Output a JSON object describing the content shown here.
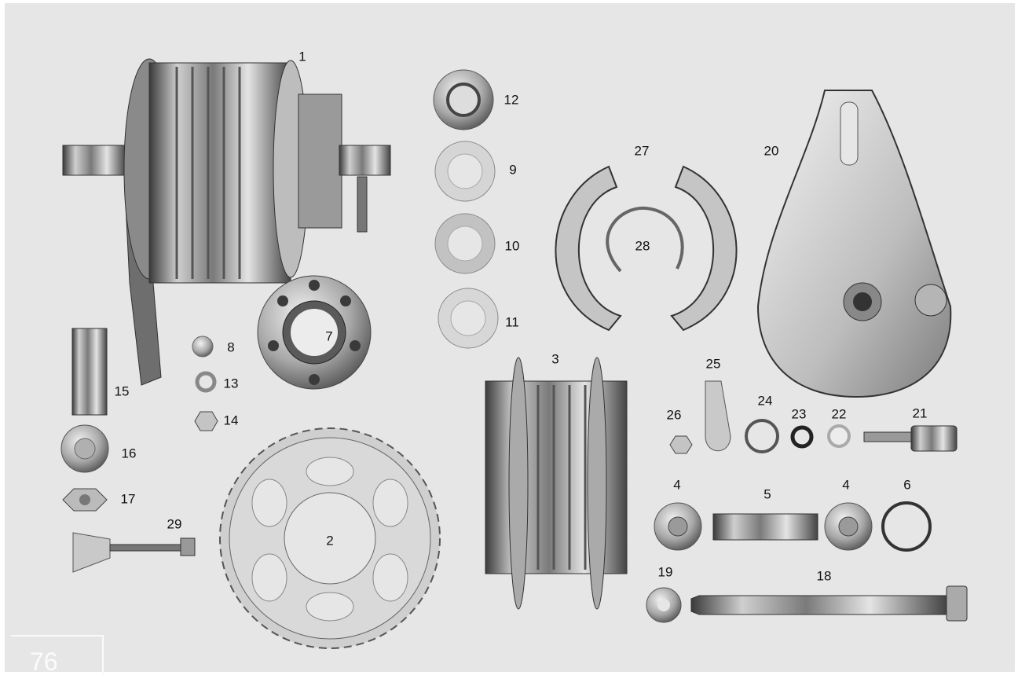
{
  "diagram": {
    "page_number": "76",
    "callouts": [
      {
        "id": "hub",
        "label": "1"
      },
      {
        "id": "sprocket",
        "label": "2"
      },
      {
        "id": "drum",
        "label": "3"
      },
      {
        "id": "bearing-4a",
        "label": "4"
      },
      {
        "id": "bearing-4b",
        "label": "4"
      },
      {
        "id": "spacer-tube",
        "label": "5"
      },
      {
        "id": "circlip",
        "label": "6"
      },
      {
        "id": "sprocket-carrier",
        "label": "7"
      },
      {
        "id": "washer-8",
        "label": "8"
      },
      {
        "id": "disc-9",
        "label": "9"
      },
      {
        "id": "disc-10",
        "label": "10"
      },
      {
        "id": "disc-11",
        "label": "11"
      },
      {
        "id": "seal-12",
        "label": "12"
      },
      {
        "id": "washer-13",
        "label": "13"
      },
      {
        "id": "nut-14",
        "label": "14"
      },
      {
        "id": "sleeve-15",
        "label": "15"
      },
      {
        "id": "bearing-16",
        "label": "16"
      },
      {
        "id": "nut-17",
        "label": "17"
      },
      {
        "id": "axle-18",
        "label": "18"
      },
      {
        "id": "washer-19",
        "label": "19"
      },
      {
        "id": "brake-plate",
        "label": "20"
      },
      {
        "id": "cam-21",
        "label": "21"
      },
      {
        "id": "washer-22",
        "label": "22"
      },
      {
        "id": "seal-23",
        "label": "23"
      },
      {
        "id": "spring-24",
        "label": "24"
      },
      {
        "id": "lever-25",
        "label": "25"
      },
      {
        "id": "nut-26",
        "label": "26"
      },
      {
        "id": "brake-shoes",
        "label": "27"
      },
      {
        "id": "shoe-spring",
        "label": "28"
      },
      {
        "id": "chain-adjuster",
        "label": "29"
      }
    ]
  }
}
